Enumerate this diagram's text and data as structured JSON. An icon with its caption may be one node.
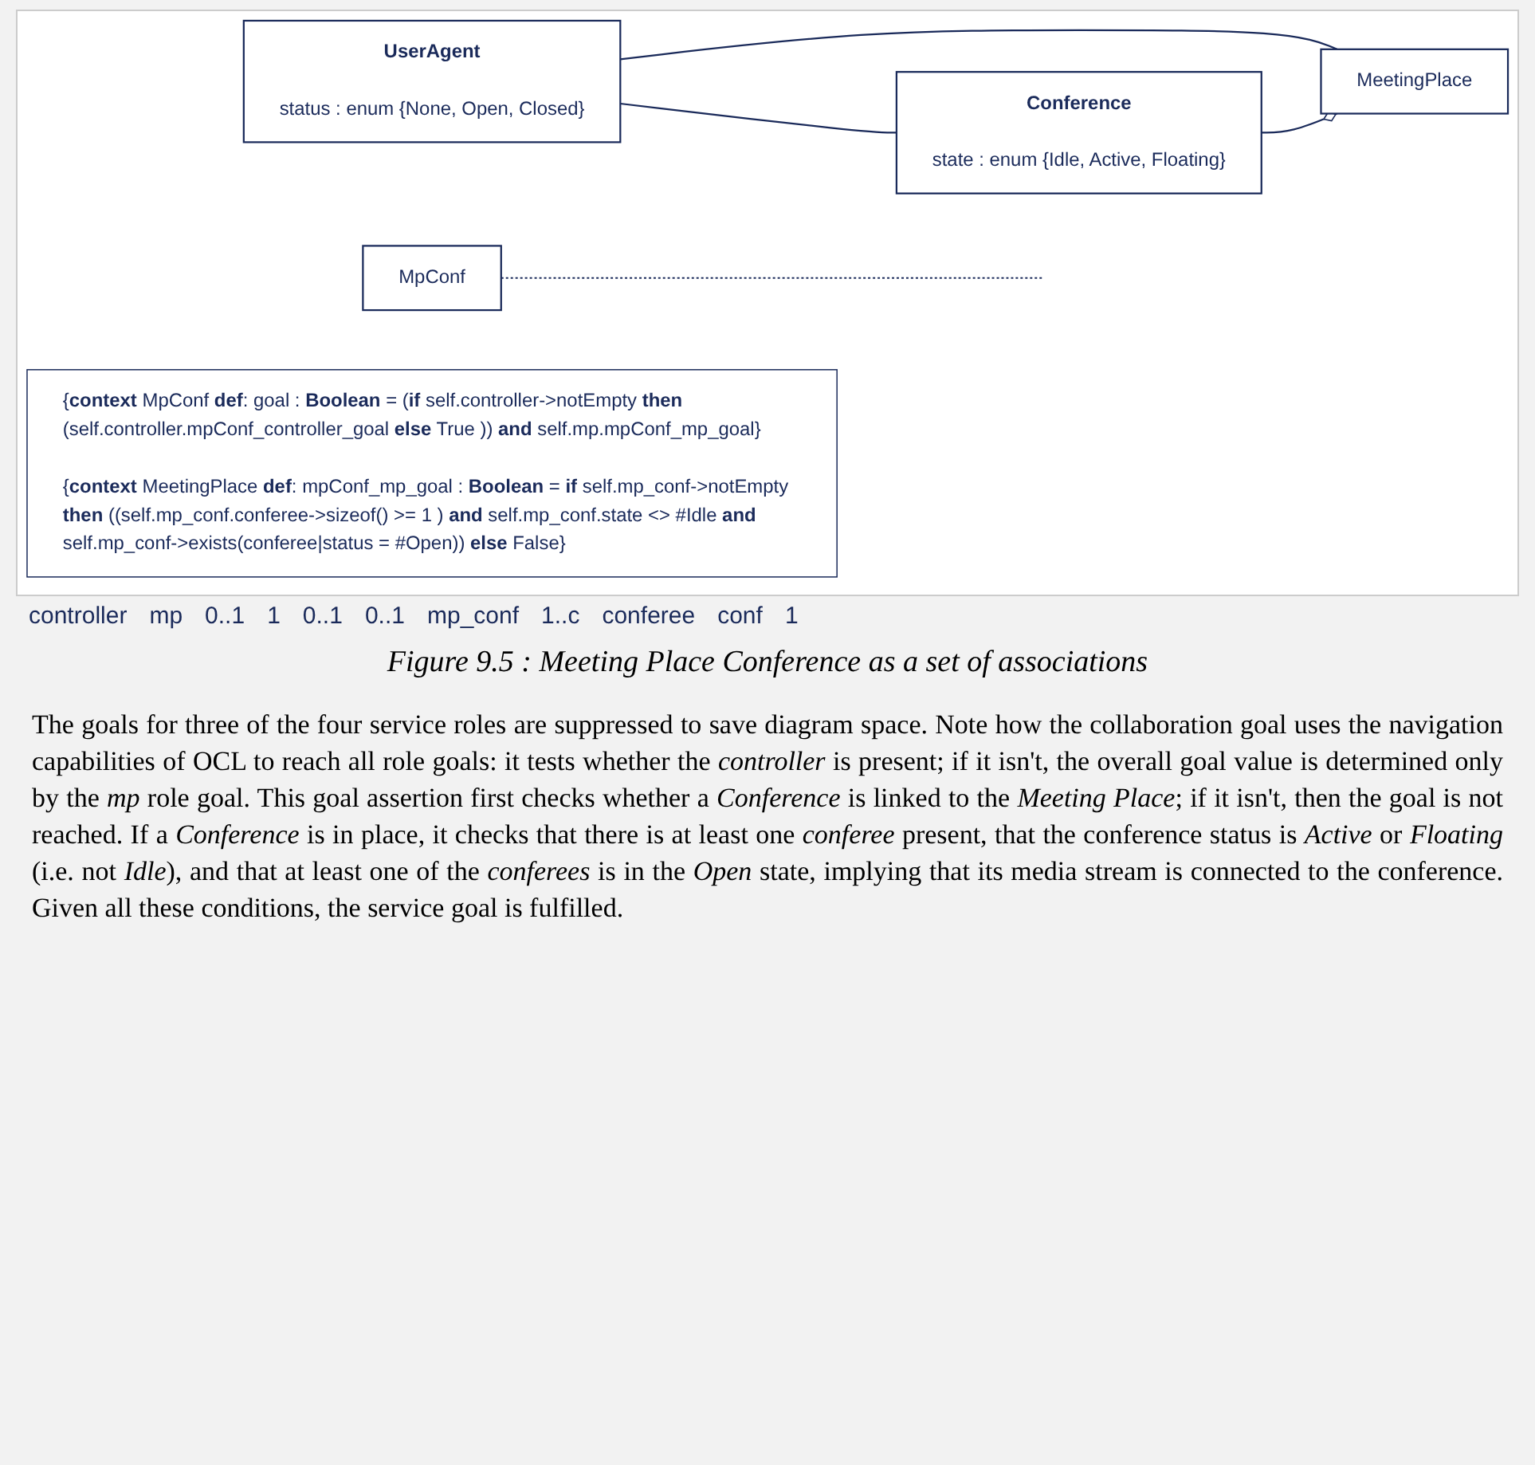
{
  "diagram": {
    "caption": "Figure 9.5 : Meeting Place Conference as a set of associations",
    "nodes": [
      {
        "text": [
          "UserAgent",
          "status : enum {None, Open, Closed}"
        ]
      },
      {
        "text": [
          "MpConf"
        ]
      },
      {
        "text": [
          "MeetingPlace"
        ]
      },
      {
        "text": [
          "Conference",
          "state : enum {Idle, Active, Floating}"
        ]
      },
      {
        "text": [
          "{**context** MpConf **def**: goal : **Boolean** = (**if** self.controller->notEmpty **then** (self.controller.mpConf_controller_goal **else** True )) **and** self.mp.mpConf_mp_goal}",
          "{**context** MeetingPlace **def**: mpConf_mp_goal : **Boolean** = **if** self.mp_conf->notEmpty **then** ((self.mp_conf.conferee->sizeof() >= 1 ) **and** self.mp_conf.state <> #Idle **and** self.mp_conf->exists(conferee|status = #Open)) **else** False}"
        ]
      }
    ],
    "edges": [
      {
        "from": 0,
        "to": 2,
        "arrow": "none"
      },
      {
        "from": 1,
        "to": null,
        "arrow": "none",
        "style": "dashed"
      },
      {
        "from": 3,
        "to": 2,
        "arrow": "other"
      },
      {
        "from": 0,
        "to": 3,
        "arrow": "none"
      }
    ],
    "labels": [
      "controller",
      "mp",
      "0..1",
      "1",
      "0..1",
      "0..1",
      "mp_conf",
      "1..c",
      "conferee",
      "conf",
      "1",
      "The goals for three of the four service roles are suppressed to save diagram space. Note how the collaboration goal uses the navigation capabilities of OCL to reach all role goals: it tests whether the *controller* is present; if it isn't, the overall goal value is determined only by the *mp* role goal. This goal assertion first checks whether a *Conference* is linked to the *Meeting Place*; if it isn't, then the goal is not reached. If a *Conference* is in place, it checks that there is at least one *conferee* present, that the conference status is *Active* or *Floating* (i.e. not *Idle*), and that at least one of the *conferees* is in the *Open* state, implying that its media stream is connected to the conference. Given all these conditions, the service goal is fulfilled."
    ]
  }
}
